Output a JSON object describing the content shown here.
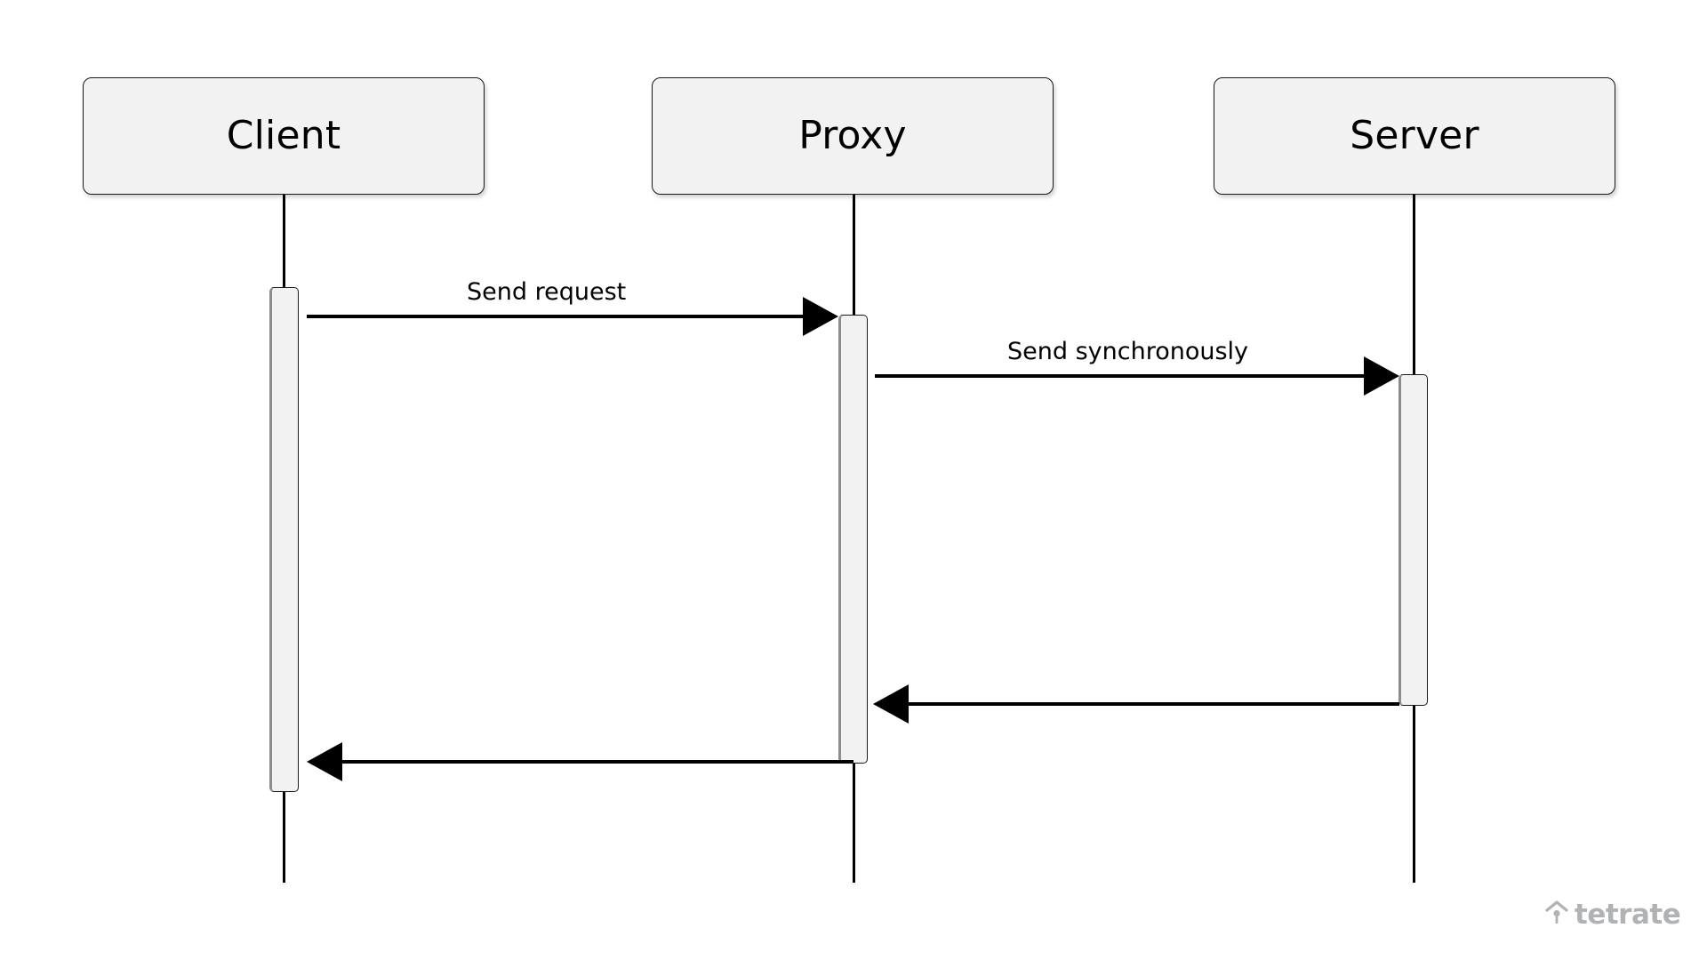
{
  "diagram": {
    "type": "sequence-diagram",
    "background_color": "#ffffff",
    "participants": [
      {
        "id": "client",
        "label": "Client"
      },
      {
        "id": "proxy",
        "label": "Proxy"
      },
      {
        "id": "server",
        "label": "Server"
      }
    ],
    "messages": [
      {
        "id": "m1",
        "label": "Send request",
        "from": "client",
        "to": "proxy",
        "direction": "right",
        "style": "solid",
        "arrowhead": "filled"
      },
      {
        "id": "m2",
        "label": "Send synchronously",
        "from": "proxy",
        "to": "server",
        "direction": "right",
        "style": "solid",
        "arrowhead": "filled"
      },
      {
        "id": "m3",
        "label": "",
        "from": "server",
        "to": "proxy",
        "direction": "left",
        "style": "solid",
        "arrowhead": "filled"
      },
      {
        "id": "m4",
        "label": "",
        "from": "proxy",
        "to": "client",
        "direction": "left",
        "style": "solid",
        "arrowhead": "filled"
      }
    ],
    "colors": {
      "box_fill": "#f2f2f2",
      "box_border": "#1a1a1a",
      "line": "#000000",
      "activation_fill": "#f2f2f2",
      "activation_left_edge": "#8c8c8c",
      "watermark": "#b0b2b4"
    }
  },
  "watermark": {
    "text": "tetrate",
    "mark": "tetrate-logo-icon"
  }
}
